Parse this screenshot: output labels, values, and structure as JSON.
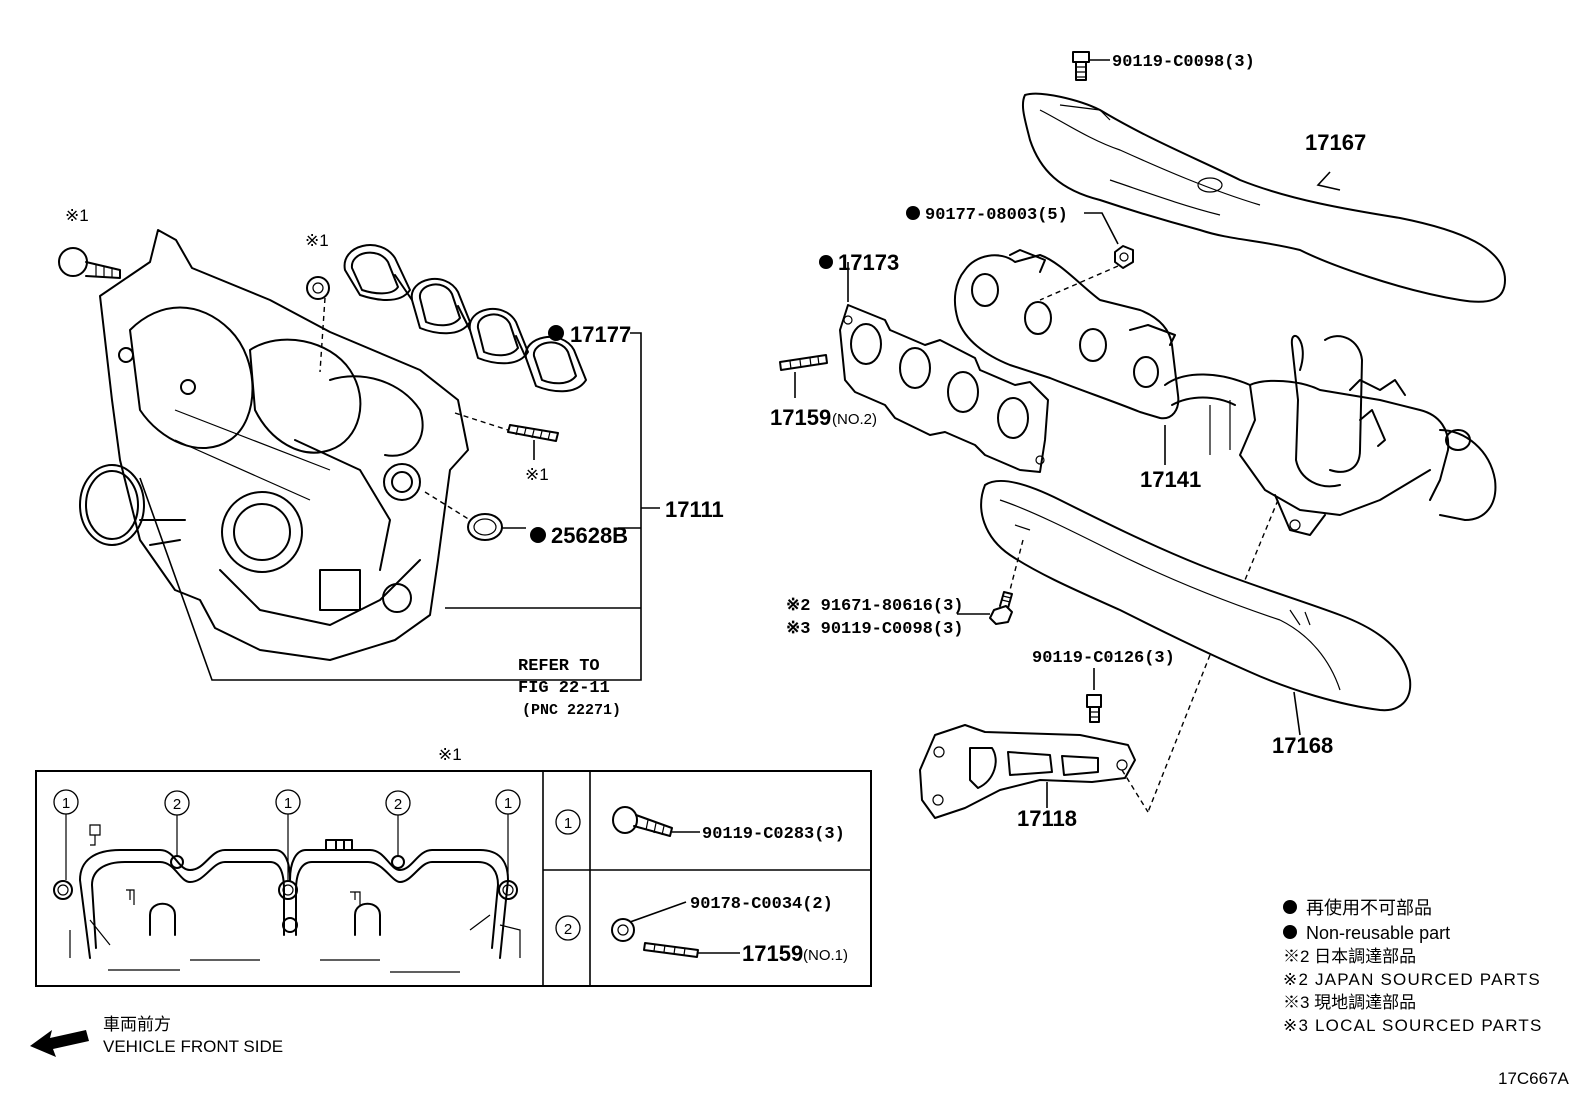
{
  "labels": {
    "p90119_c0098_top": "90119-C0098(3)",
    "p17167": "17167",
    "p90177_08003": "90177-08003(5)",
    "p17173": "17173",
    "p17159_no2": "17159",
    "no2": "(NO.2)",
    "p17141": "17141",
    "p17177": "17177",
    "p17111": "17111",
    "p25628b": "25628B",
    "mark1_a": "※1",
    "mark1_b": "※1",
    "mark1_c": "※1",
    "mark1_d": "※1",
    "refer1": "REFER TO",
    "refer2": "FIG 22-11",
    "refer3": "(PNC 22271)",
    "p91671": "※2 91671-80616(3)",
    "p90119_c0098_b": "※3 90119-C0098(3)",
    "p90119_c0126": "90119-C0126(3)",
    "p17168": "17168",
    "p17118": "17118",
    "detail_p90119_c0283": "90119-C0283(3)",
    "detail_p90178": "90178-C0034(2)",
    "detail_p17159": "17159",
    "detail_no1": "(NO.1)",
    "circle1": "1",
    "circle2": "2",
    "vehicle_jp": "車両前方",
    "vehicle_en": "VEHICLE FRONT SIDE",
    "figure_code": "17C667A"
  },
  "legend": {
    "non_reusable_jp": "再使用不可部品",
    "non_reusable_en": "Non-reusable part",
    "japan_jp": "※2 日本調達部品",
    "japan_en": "※2 JAPAN SOURCED PARTS",
    "local_jp": "※3 現地調達部品",
    "local_en": "※3 LOCAL SOURCED PARTS"
  }
}
